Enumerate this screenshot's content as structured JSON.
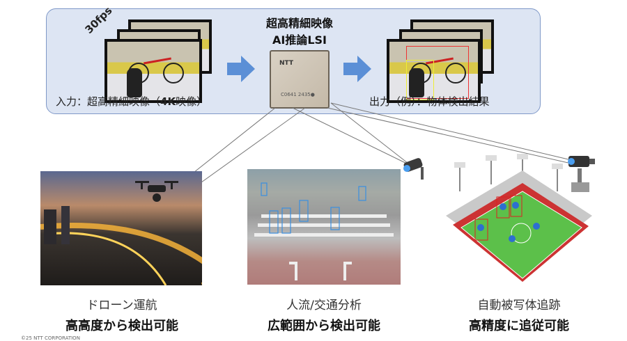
{
  "top_panel": {
    "fps_label": "30fps",
    "chip_title_line1": "超高精細映像",
    "chip_title_line2": "AI推論LSI",
    "chip_brand": "NTT",
    "chip_code": "C0641 2435●",
    "input_label": "入力：超高精細映像（",
    "input_label_bold": "4K",
    "input_label_end": "映像）",
    "output_label": "出力（例）：物体検出結果",
    "arrow_color": "#5b8fd6"
  },
  "use_cases": [
    {
      "title": "ドローン運航",
      "benefit": "高高度から検出可能",
      "icon": "drone-icon"
    },
    {
      "title": "人流/交通分析",
      "benefit": "広範囲から検出可能",
      "icon": "security-camera-icon"
    },
    {
      "title": "自動被写体追跡",
      "benefit": "高精度に追従可能",
      "icon": "broadcast-camera-icon"
    }
  ],
  "footer": "©25 NTT CORPORATION"
}
